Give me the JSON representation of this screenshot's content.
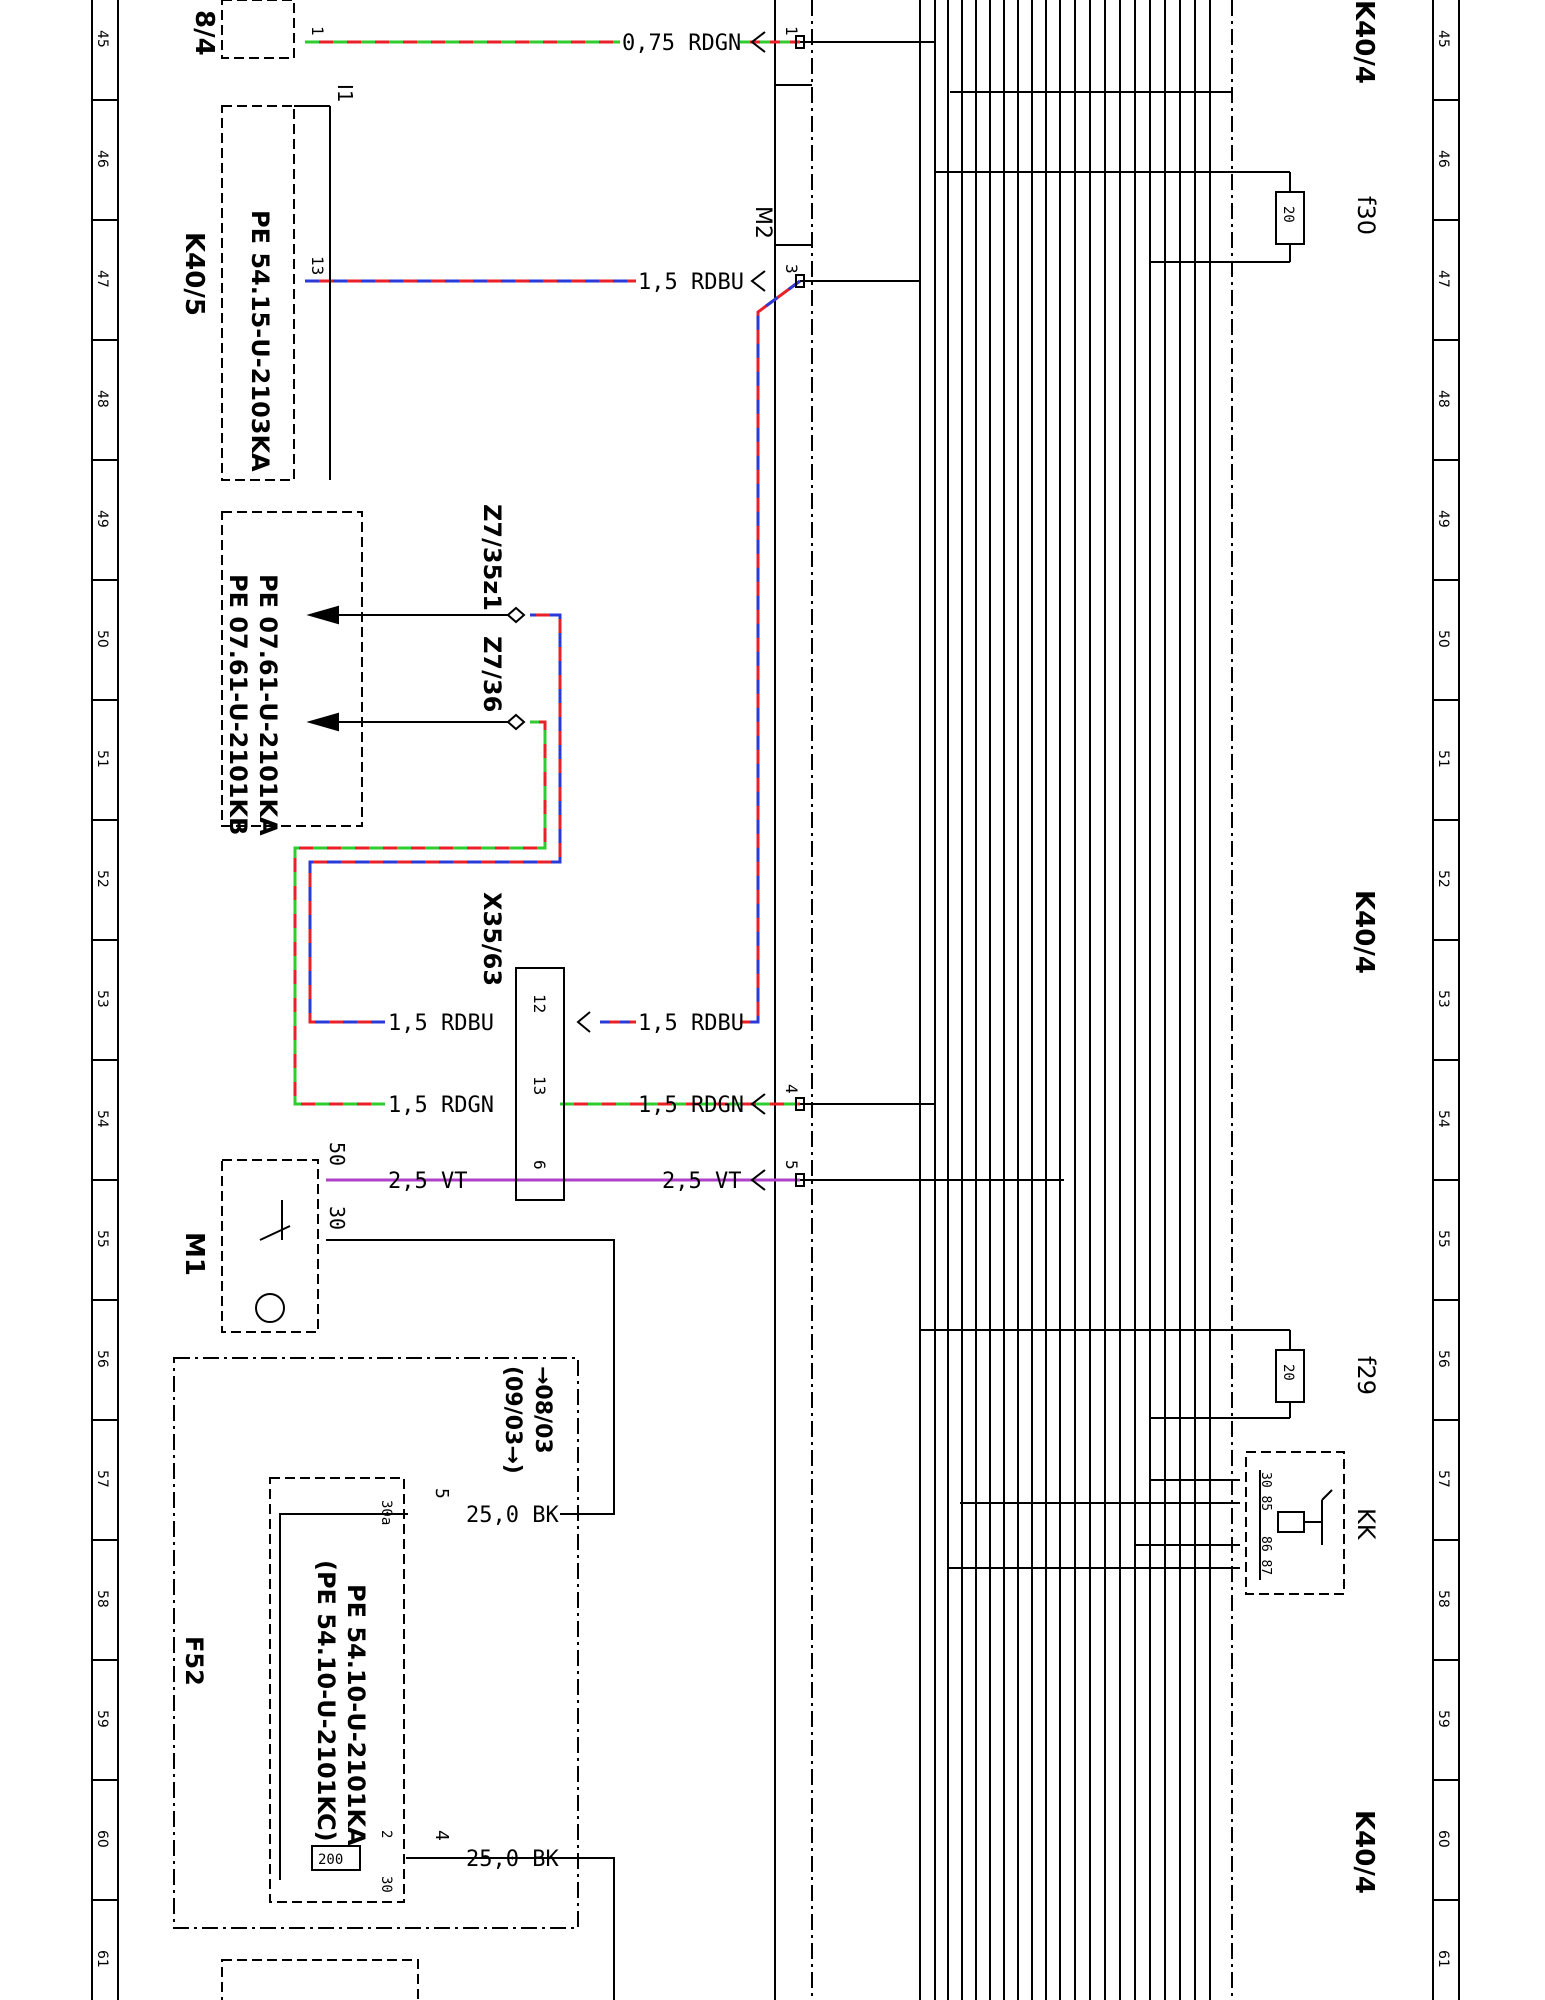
{
  "rows": [
    "45",
    "46",
    "47",
    "48",
    "49",
    "50",
    "51",
    "52",
    "53",
    "54",
    "55",
    "56",
    "57",
    "58",
    "59",
    "60",
    "61"
  ],
  "components": {
    "b8_4": "8/4",
    "k40_5": "K40/5",
    "k40_5_ref": "PE 54.15-U-2103KA",
    "z7_35z1": "Z7/35z1",
    "z7_36": "Z7/36",
    "z7_ref1": "PE 07.61-U-2101KA",
    "z7_ref2": "PE 07.61-U-2101KB",
    "x35_63": "X35/63",
    "m1": "M1",
    "f52": "F52",
    "f52_date1": "→08/03",
    "f52_date2": "(09/03→)",
    "f52_ref1": "PE 54.10-U-2101KA",
    "f52_ref2": "(PE 54.10-U-2101KC)",
    "k40_4_top": "K40/4",
    "k40_4_mid": "K40/4",
    "k40_4_bot": "K40/4",
    "m2": "M2",
    "i1": "I1",
    "f30": "f30",
    "f29": "f29",
    "kk": "KK"
  },
  "wires": {
    "w1": "0,75 RDGN",
    "w2": "1,5 RDBU",
    "w3": "1,5 RDBU",
    "w4": "1,5 RDBU",
    "w5": "1,5 RDGN",
    "w6": "1,5 RDGN",
    "w7": "2,5 VT",
    "w8": "2,5 VT",
    "w9": "25,0 BK",
    "w10": "25,0 BK"
  },
  "pins": {
    "p1a": "1",
    "p1b": "1",
    "p13": "13",
    "p3": "3",
    "p12": "12",
    "p13b": "13",
    "p4": "4",
    "p6": "6",
    "p5": "5",
    "p50": "50",
    "p30": "30",
    "p5b": "5",
    "p30a": "30a",
    "p4b": "4",
    "p2": "2",
    "p30b": "30",
    "relay_pins": "30 85",
    "relay_pins2": "86 87"
  },
  "fuses": {
    "f30_val": "20",
    "f29_val": "20",
    "f52_val": "200"
  },
  "colors": {
    "red": "#e8202a",
    "blue": "#2a3ad8",
    "green": "#2ecc2e",
    "violet": "#b040c8",
    "black": "#000000"
  }
}
